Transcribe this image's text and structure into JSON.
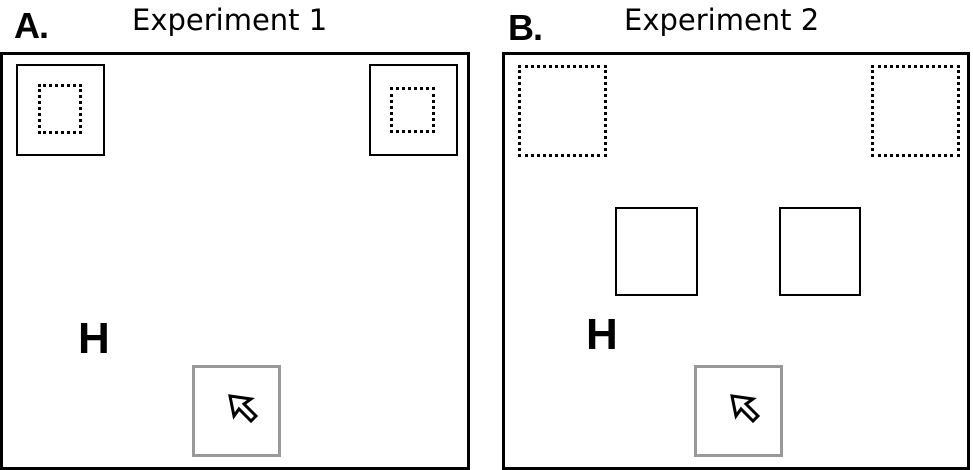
{
  "panels": [
    {
      "letter": "A.",
      "title": "Experiment 1",
      "home_label": "H"
    },
    {
      "letter": "B.",
      "title": "Experiment 2",
      "home_label": "H"
    }
  ],
  "colors": {
    "outline": "#000000",
    "start_box": "#999999",
    "background": "#ffffff"
  },
  "icons": {
    "start_cursor": "arrow-cursor-icon"
  }
}
